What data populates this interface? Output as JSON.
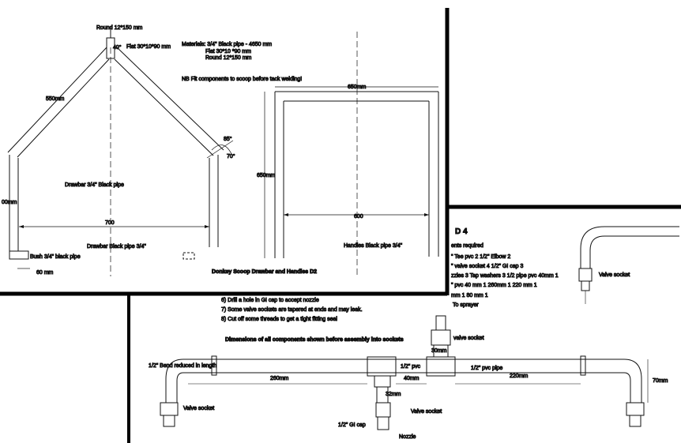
{
  "sheet_top": {
    "dimensions": {
      "round_bar": "Round 12*150 mm",
      "flat_bar": "Flat 30*10*90 mm",
      "angle_top": "40°",
      "length_550": "550mm",
      "height_left": "00mm",
      "span_700": "700",
      "angle_70": "70°",
      "angle_small": "85°",
      "bush_width": "60 mm",
      "handle_width": "650mm",
      "handle_height": "650mm",
      "handle_inner": "600"
    },
    "materials": {
      "line1": "Materials: 3/4\" Black pipe - 4650 mm",
      "line2": "Flat 30*10 *90 mm",
      "line3": "Round 12*150 mm"
    },
    "note": "NB Fit components to scoop before tack welding!",
    "labels": {
      "drawbar": "Drawbar 3/4\" Black pipe",
      "drawbar_bottom": "Drawbar Black pipe 3/4\"",
      "bush": "Bush 3/4\" black pipe",
      "handles": "Handles Black pipe 3/4\""
    },
    "title": "Donkey Scoop Drawbar and Handles D2"
  },
  "sheet_right": {
    "title": "D 4",
    "rows": [
      "ents required",
      "\" Tee pvc  2     1/2\" Elbow  2",
      "\" valve socket  4     1/2\" GI cap  3",
      "zzles  3   Tap washers 3   1/2 pipe pvc  40mm 1",
      "\" pvc 40 mm 1   260mm 1   220 mm 1",
      "mm 1  80 mm  1"
    ],
    "inset_label": "Valve socket"
  },
  "sheet_bottom": {
    "notes": [
      "6) Drill a hole in GI cap to accept nozzle",
      "7) Some valve sockets are tapered at ends and may leak.",
      "8) Cut off some threads to get a tight fitting seal"
    ],
    "dims_heading": "Dimensions of all components shown before assembly into sockets",
    "labels": {
      "to_sprayer": "To sprayer",
      "valve_socket_top": "valve socket",
      "bend": "1/2\" Bend reduced in length",
      "pvc_half": "1/2\" pvc",
      "pvc_pipe": "1/2\" pvc pipe",
      "valve_socket_left": "Valve socket",
      "valve_socket_mid": "Valve socket",
      "gi_cap": "1/2\" GI cap",
      "nozzle": "Nozzle"
    },
    "dimensions": {
      "d260": "260mm",
      "d40": "40mm",
      "d220": "220mm",
      "d70": "70mm",
      "d32": "32mm",
      "d30": "30mm"
    }
  }
}
